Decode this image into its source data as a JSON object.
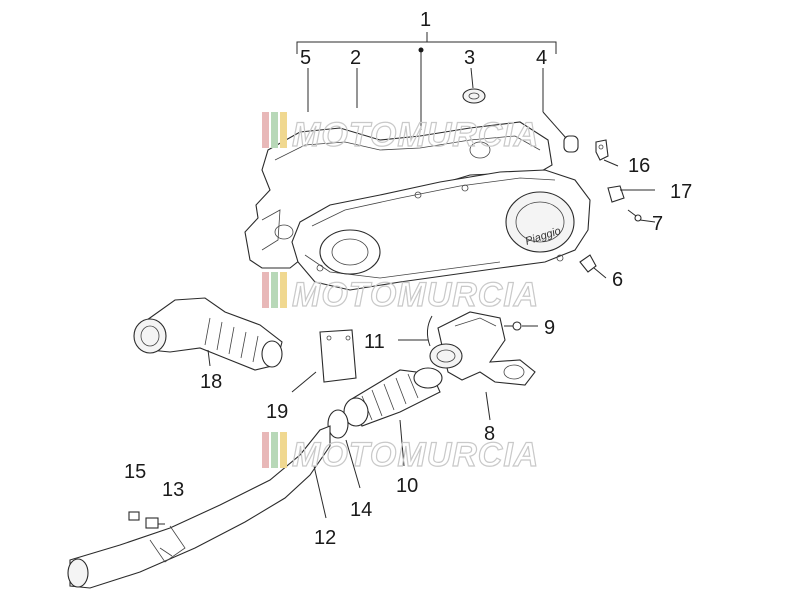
{
  "watermark": {
    "text": "MOTOMURCIA",
    "stripe_colors": [
      "#e8b8b8",
      "#b8d8b8",
      "#f0d890"
    ]
  },
  "callouts": [
    {
      "id": "1",
      "label": "1"
    },
    {
      "id": "2",
      "label": "2"
    },
    {
      "id": "3",
      "label": "3"
    },
    {
      "id": "4",
      "label": "4"
    },
    {
      "id": "5",
      "label": "5"
    },
    {
      "id": "6",
      "label": "6"
    },
    {
      "id": "7",
      "label": "7"
    },
    {
      "id": "8",
      "label": "8"
    },
    {
      "id": "9",
      "label": "9"
    },
    {
      "id": "10",
      "label": "10"
    },
    {
      "id": "11",
      "label": "11"
    },
    {
      "id": "12",
      "label": "12"
    },
    {
      "id": "13",
      "label": "13"
    },
    {
      "id": "14",
      "label": "14"
    },
    {
      "id": "15",
      "label": "15"
    },
    {
      "id": "16",
      "label": "16"
    },
    {
      "id": "17",
      "label": "17"
    },
    {
      "id": "18",
      "label": "18"
    },
    {
      "id": "19",
      "label": "19"
    }
  ],
  "logo_text": "Piaggio"
}
